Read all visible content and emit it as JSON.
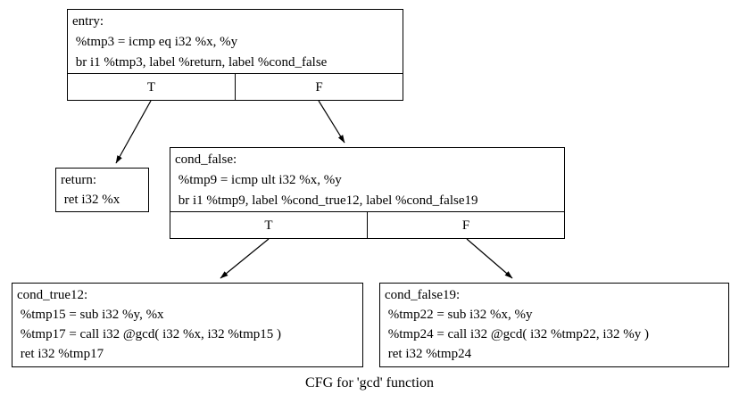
{
  "caption": "CFG for 'gcd' function",
  "colors": {
    "background": "#ffffff",
    "border": "#000000",
    "text": "#000000",
    "edge": "#000000"
  },
  "nodes": {
    "entry": {
      "lines": {
        "l0": "entry:",
        "l1": " %tmp3 = icmp eq i32 %x, %y",
        "l2": " br i1 %tmp3, label %return, label %cond_false"
      },
      "branches": {
        "true": "T",
        "false": "F"
      }
    },
    "return": {
      "lines": {
        "l0": "return:",
        "l1": " ret i32 %x"
      }
    },
    "cond_false": {
      "lines": {
        "l0": "cond_false:",
        "l1": " %tmp9 = icmp ult i32 %x, %y",
        "l2": " br i1 %tmp9, label %cond_true12, label %cond_false19"
      },
      "branches": {
        "true": "T",
        "false": "F"
      }
    },
    "cond_true12": {
      "lines": {
        "l0": "cond_true12:",
        "l1": " %tmp15 = sub i32 %y, %x",
        "l2": " %tmp17 = call i32 @gcd( i32 %x, i32 %tmp15 )",
        "l3": " ret i32 %tmp17"
      }
    },
    "cond_false19": {
      "lines": {
        "l0": "cond_false19:",
        "l1": " %tmp22 = sub i32 %x, %y",
        "l2": " %tmp24 = call i32 @gcd( i32 %tmp22, i32 %y )",
        "l3": " ret i32 %tmp24"
      }
    }
  },
  "edges": [
    {
      "from": "entry",
      "branch": "T",
      "to": "return"
    },
    {
      "from": "entry",
      "branch": "F",
      "to": "cond_false"
    },
    {
      "from": "cond_false",
      "branch": "T",
      "to": "cond_true12"
    },
    {
      "from": "cond_false",
      "branch": "F",
      "to": "cond_false19"
    }
  ]
}
